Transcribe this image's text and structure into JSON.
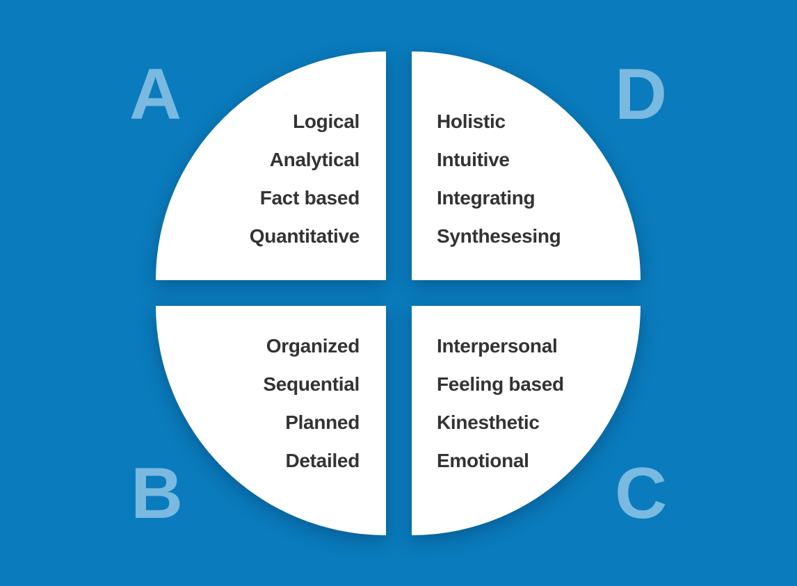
{
  "colors": {
    "background": "#0a7bbc",
    "quadrant_fill": "#ffffff",
    "text": "#333333",
    "letter": "#7ab9e0"
  },
  "quadrants": {
    "a": {
      "letter": "A",
      "items": [
        "Logical",
        "Analytical",
        "Fact based",
        "Quantitative"
      ]
    },
    "d": {
      "letter": "D",
      "items": [
        "Holistic",
        "Intuitive",
        "Integrating",
        "Synthesesing"
      ]
    },
    "b": {
      "letter": "B",
      "items": [
        "Organized",
        "Sequential",
        "Planned",
        "Detailed"
      ]
    },
    "c": {
      "letter": "C",
      "items": [
        "Interpersonal",
        "Feeling based",
        "Kinesthetic",
        "Emotional"
      ]
    }
  }
}
